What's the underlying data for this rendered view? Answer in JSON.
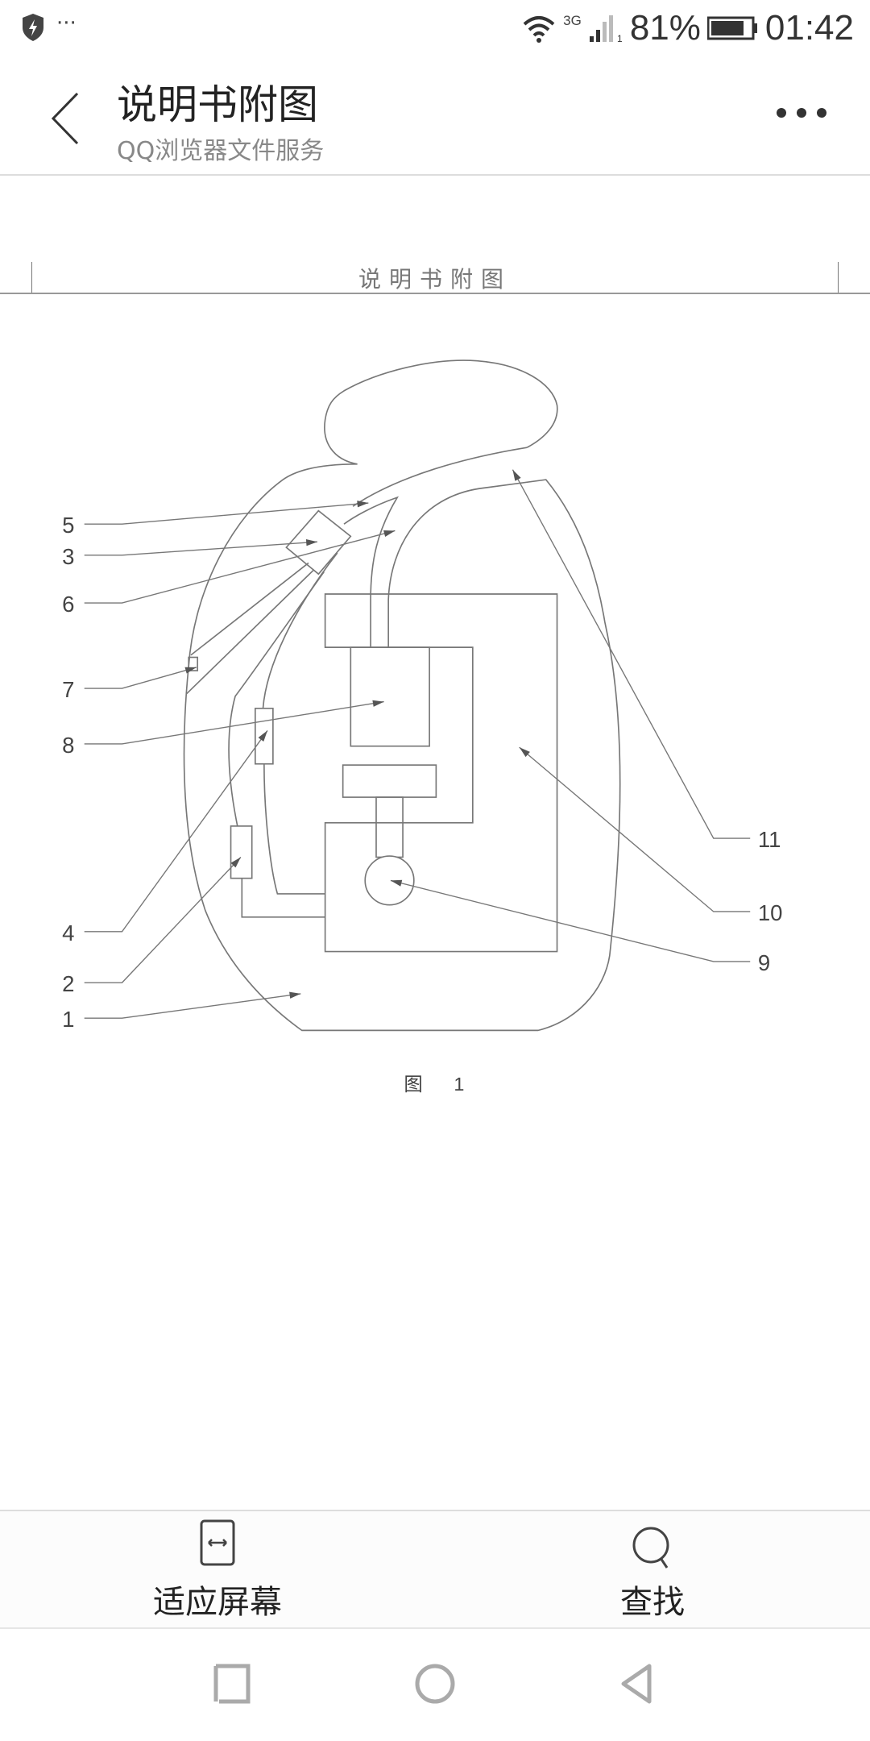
{
  "status_bar": {
    "more": "···",
    "network": "3G",
    "sim": "1",
    "battery": "81%",
    "battery_level": 81,
    "time": "01:42"
  },
  "header": {
    "title": "说明书附图",
    "subtitle": "QQ浏览器文件服务"
  },
  "document": {
    "page_header": "说明书附图",
    "figure_caption_prefix": "图",
    "figure_caption_number": "1",
    "labels": {
      "l1": "1",
      "l2": "2",
      "l3": "3",
      "l4": "4",
      "l5": "5",
      "l6": "6",
      "l7": "7",
      "l8": "8",
      "l9": "9",
      "l10": "10",
      "l11": "11"
    }
  },
  "toolbar": {
    "fit_screen": "适应屏幕",
    "find": "查找"
  },
  "colors": {
    "line": "#777777",
    "text": "#222222",
    "subtle": "#888888"
  }
}
